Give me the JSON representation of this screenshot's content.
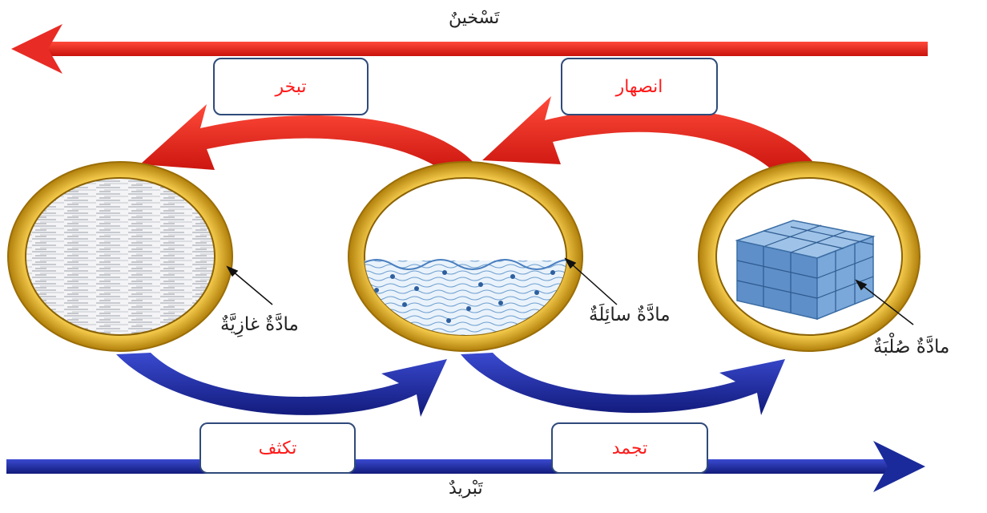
{
  "heating": {
    "label": "تَسْخينٌ"
  },
  "cooling": {
    "label": "تَبْريدٌ"
  },
  "processes": {
    "evaporation": "تبخر",
    "melting": "انصهار",
    "condensation": "تكثف",
    "freezing": "تجمد"
  },
  "states": {
    "gas": "مادَّةٌ غازِيَّةٌ",
    "liquid": "مادَّةٌ سائِلَةٌ",
    "solid": "مادَّةٌ صُلْبَةٌ"
  },
  "colors": {
    "heating_arrow": "#e82b25",
    "cooling_arrow": "#1f2fa0",
    "ring": "#d4a017",
    "process_text": "#ff1a1a",
    "box_border": "#2f4a7a"
  }
}
